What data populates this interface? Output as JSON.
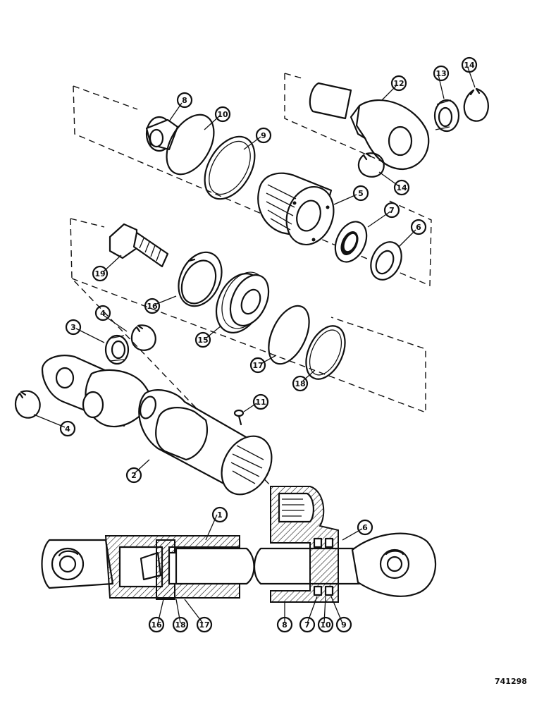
{
  "drawing_number": "741298",
  "callouts": [
    {
      "id": "c1",
      "label": "1"
    },
    {
      "id": "c2",
      "label": "2"
    },
    {
      "id": "c3",
      "label": "3"
    },
    {
      "id": "c4a",
      "label": "4"
    },
    {
      "id": "c4b",
      "label": "4"
    },
    {
      "id": "c5",
      "label": "5"
    },
    {
      "id": "c6a",
      "label": "6"
    },
    {
      "id": "c6b",
      "label": "6"
    },
    {
      "id": "c7a",
      "label": "7"
    },
    {
      "id": "c7b",
      "label": "7"
    },
    {
      "id": "c8a",
      "label": "8"
    },
    {
      "id": "c8b",
      "label": "8"
    },
    {
      "id": "c9a",
      "label": "9"
    },
    {
      "id": "c9b",
      "label": "9"
    },
    {
      "id": "c10a",
      "label": "10"
    },
    {
      "id": "c10b",
      "label": "10"
    },
    {
      "id": "c11",
      "label": "11"
    },
    {
      "id": "c12",
      "label": "12"
    },
    {
      "id": "c13",
      "label": "13"
    },
    {
      "id": "c14a",
      "label": "14"
    },
    {
      "id": "c14b",
      "label": "14"
    },
    {
      "id": "c15",
      "label": "15"
    },
    {
      "id": "c16a",
      "label": "16"
    },
    {
      "id": "c16b",
      "label": "16"
    },
    {
      "id": "c17a",
      "label": "17"
    },
    {
      "id": "c17b",
      "label": "17"
    },
    {
      "id": "c18a",
      "label": "18"
    },
    {
      "id": "c18b",
      "label": "18"
    },
    {
      "id": "c19",
      "label": "19"
    }
  ]
}
